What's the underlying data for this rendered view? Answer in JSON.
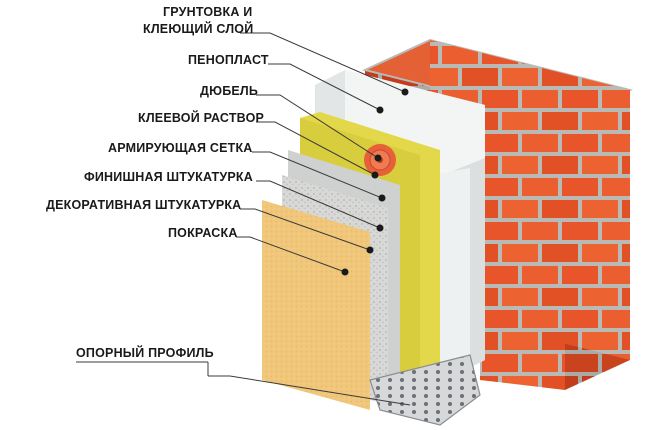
{
  "labels": {
    "primer_line1": "ГРУНТОВКА И",
    "primer_line2": "КЛЕЮЩИЙ СЛОЙ",
    "foam": "ПЕНОПЛАСТ",
    "dowel": "ДЮБЕЛЬ",
    "adhesive": "КЛЕЕВОЙ РАСТВОР",
    "mesh": "АРМИРУЮЩАЯ СЕТКА",
    "finish": "ФИНИШНАЯ ШТУКАТУРКА",
    "decorative": "ДЕКОРАТИВНАЯ ШТУКАТУРКА",
    "paint": "ПОКРАСКА",
    "profile": "ОПОРНЫЙ ПРОФИЛЬ"
  },
  "colors": {
    "brick": "#e8552a",
    "mortar": "#b9b9b6",
    "foam": "#f2f4f4",
    "adhesive_yellow": "#e3d84a",
    "plaster_gray": "#c9c9c9",
    "paint": "#f0c77a",
    "dowel": "#e8603a"
  }
}
